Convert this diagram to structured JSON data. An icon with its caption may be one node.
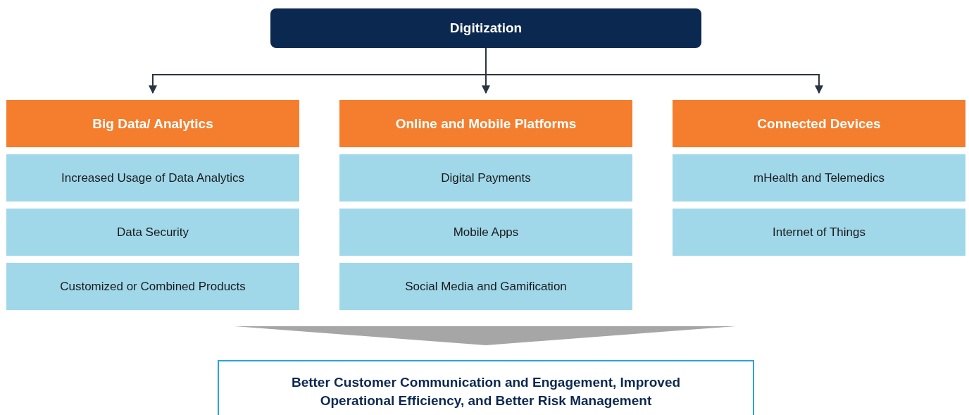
{
  "diagram": {
    "nodes": [
      {
        "text": [
          "Digitization"
        ]
      },
      {
        "text": [
          "Big Data/ Analytics"
        ]
      },
      {
        "text": [
          "Online and Mobile Platforms"
        ]
      },
      {
        "text": [
          "Connected Devices"
        ]
      },
      {
        "text": [
          "Increased Usage of Data Analytics"
        ]
      },
      {
        "text": [
          "Data Security"
        ]
      },
      {
        "text": [
          "Customized or Combined Products"
        ]
      },
      {
        "text": [
          "Digital Payments"
        ]
      },
      {
        "text": [
          "Mobile Apps"
        ]
      },
      {
        "text": [
          "Social Media and Gamification"
        ]
      },
      {
        "text": [
          "mHealth and Telemedics"
        ]
      },
      {
        "text": [
          "Internet of Things"
        ]
      },
      {
        "text": [
          "Better Customer Communication and Engagement, Improved Operational Efficiency, and Better Risk Management"
        ]
      }
    ],
    "edges": [
      {
        "from": 0,
        "to": 1,
        "arrow": "to"
      },
      {
        "from": 0,
        "to": 2,
        "arrow": "to"
      },
      {
        "from": 0,
        "to": 3,
        "arrow": "to"
      },
      {
        "from": null,
        "to": 12,
        "arrow": "to",
        "style": "thick",
        "color": "#a6a6a6"
      }
    ]
  }
}
